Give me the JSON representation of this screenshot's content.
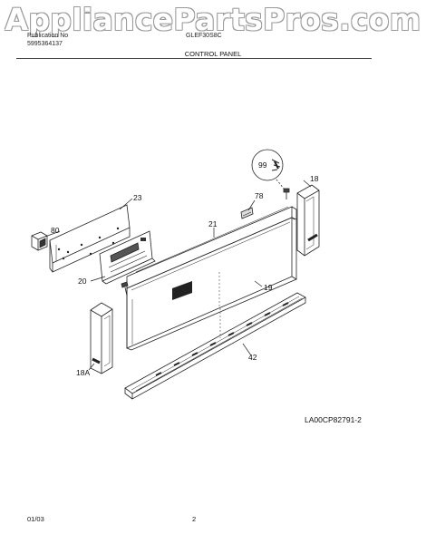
{
  "watermark": "AppliancePartsPros.com",
  "header": {
    "publication_label": "Publication No",
    "publication_number": "5995364137",
    "model": "GLEF30S8C",
    "section_title": "CONTROL PANEL"
  },
  "parts": [
    {
      "ref": "99"
    },
    {
      "ref": "18"
    },
    {
      "ref": "78"
    },
    {
      "ref": "23"
    },
    {
      "ref": "21"
    },
    {
      "ref": "80"
    },
    {
      "ref": "20"
    },
    {
      "ref": "19"
    },
    {
      "ref": "42"
    },
    {
      "ref": "18A"
    }
  ],
  "drawing_id": "LA00CP82791-2",
  "footer": {
    "date": "01/03",
    "page": "2"
  }
}
